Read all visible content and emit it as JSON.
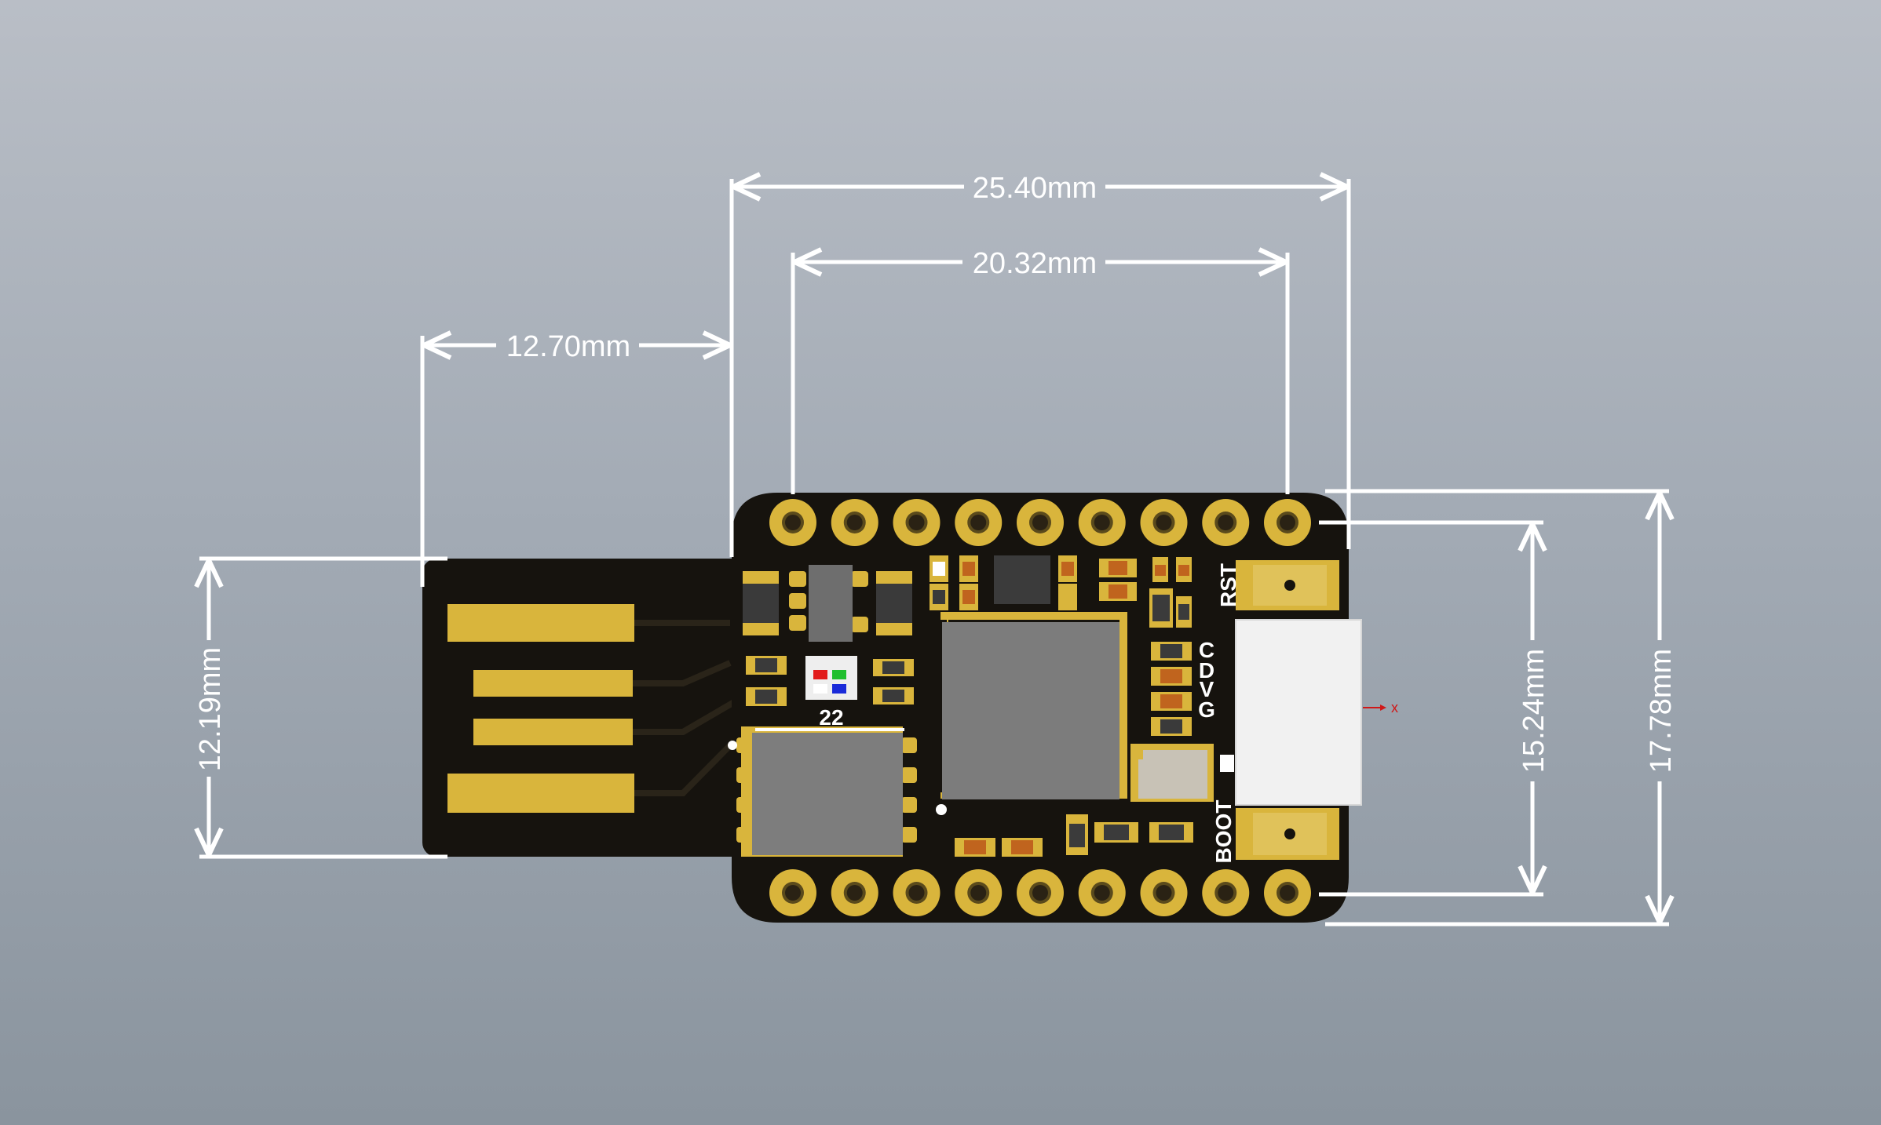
{
  "dimensions": {
    "width_25_40": "25.40mm",
    "pitch_20_32": "20.32mm",
    "usb_12_70": "12.70mm",
    "usb_height_12_19": "12.19mm",
    "pitch_15_24": "15.24mm",
    "height_17_78": "17.78mm"
  },
  "labels": {
    "rst": "RST",
    "boot": "BOOT",
    "pin_c": "C",
    "pin_d": "D",
    "pin_v": "V",
    "pin_g": "G",
    "led_number": "22",
    "axis_x": "x"
  },
  "colors": {
    "board": "#16130e",
    "gold": "#d9b53c",
    "dimension_line": "#ffffff",
    "chip": "#7a7a7a",
    "connector": "#f1f1f1"
  },
  "header_pins": {
    "top_row_count": 9,
    "bottom_row_count": 9
  }
}
